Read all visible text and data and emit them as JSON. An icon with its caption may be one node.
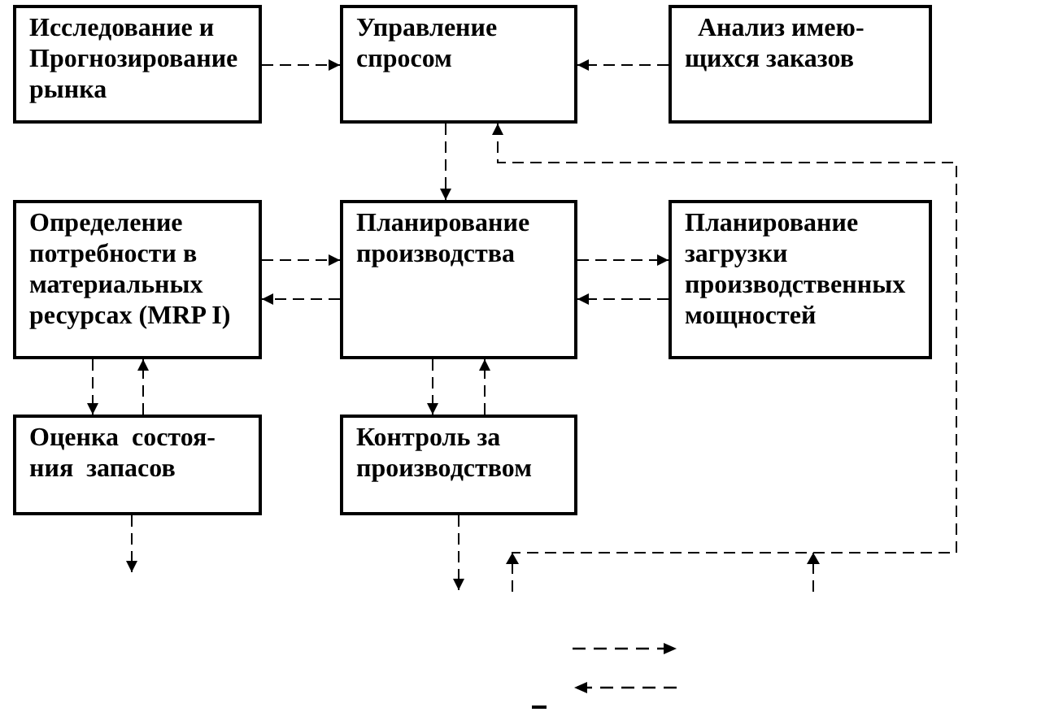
{
  "diagram": {
    "nodes": [
      {
        "text": [
          "Исследование и Прогнозирование рынка"
        ]
      },
      {
        "text": [
          "Управление спросом"
        ]
      },
      {
        "text": [
          "Анализ имею- щихся заказов"
        ]
      },
      {
        "text": [
          "Определение потребности в материальных ресурсах (MRP I)"
        ]
      },
      {
        "text": [
          "Планирование производства"
        ]
      },
      {
        "text": [
          "Планирование загрузки производственных мощностей"
        ]
      },
      {
        "text": [
          "Оценка состоя- ния запасов"
        ]
      },
      {
        "text": [
          "Контроль за производством"
        ]
      }
    ],
    "edges": [
      {
        "from": 0,
        "to": 1,
        "arrow": "to",
        "style": "dashed"
      },
      {
        "from": 2,
        "to": 1,
        "arrow": "to",
        "style": "dashed"
      },
      {
        "from": 1,
        "to": 4,
        "arrow": "to",
        "style": "dashed"
      },
      {
        "from": 3,
        "to": 4,
        "arrow": "to",
        "style": "dashed"
      },
      {
        "from": 4,
        "to": 3,
        "arrow": "to",
        "style": "dashed"
      },
      {
        "from": 4,
        "to": 5,
        "arrow": "to",
        "style": "dashed"
      },
      {
        "from": 5,
        "to": 4,
        "arrow": "to",
        "style": "dashed"
      },
      {
        "from": 3,
        "to": 6,
        "arrow": "to",
        "style": "dashed"
      },
      {
        "from": 6,
        "to": 3,
        "arrow": "to",
        "style": "dashed"
      },
      {
        "from": 4,
        "to": 7,
        "arrow": "to",
        "style": "dashed"
      },
      {
        "from": 7,
        "to": 4,
        "arrow": "to",
        "style": "dashed"
      },
      {
        "from": 6,
        "to": null,
        "arrow": "to",
        "style": "dashed"
      },
      {
        "from": 7,
        "to": null,
        "arrow": "to",
        "style": "dashed"
      },
      {
        "from": null,
        "to": 1,
        "arrow": "to",
        "style": "dashed"
      }
    ]
  }
}
